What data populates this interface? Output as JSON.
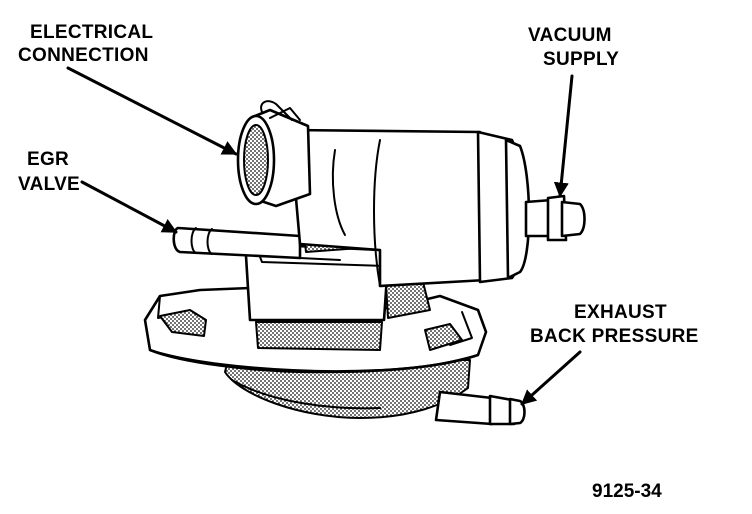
{
  "labels": {
    "electrical_line1": "ELECTRICAL",
    "electrical_line2": "CONNECTION",
    "vacuum_line1": "VACUUM",
    "vacuum_line2": "SUPPLY",
    "egr_line1": "EGR",
    "egr_line2": "VALVE",
    "exhaust_line1": "EXHAUST",
    "exhaust_line2": "BACK PRESSURE"
  },
  "figure_number": "9125-34"
}
